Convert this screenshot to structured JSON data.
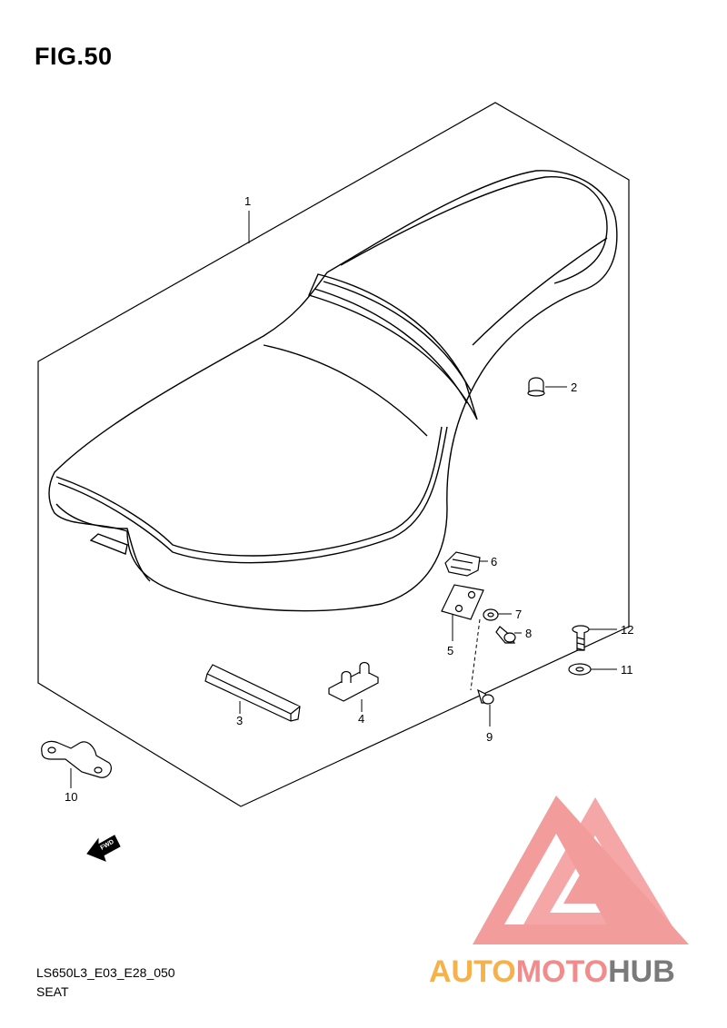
{
  "figure": {
    "title": "FIG.50"
  },
  "callouts": {
    "p1": "1",
    "p2": "2",
    "p3": "3",
    "p4": "4",
    "p5": "5",
    "p6": "6",
    "p7": "7",
    "p8": "8",
    "p9": "9",
    "p10": "10",
    "p11": "11",
    "p12": "12"
  },
  "fwd_arrow": {
    "label": "FWD"
  },
  "footer": {
    "code": "LS650L3_E03_E28_050",
    "name": "SEAT"
  },
  "watermark": {
    "prefix": "AUTO",
    "middle": "MOTO",
    "suffix": "HUB",
    "colors": {
      "prefix": "#f7b14a",
      "middle": "#f28b8b",
      "suffix": "#7a7a7a",
      "logo": "#f28b8b"
    }
  }
}
